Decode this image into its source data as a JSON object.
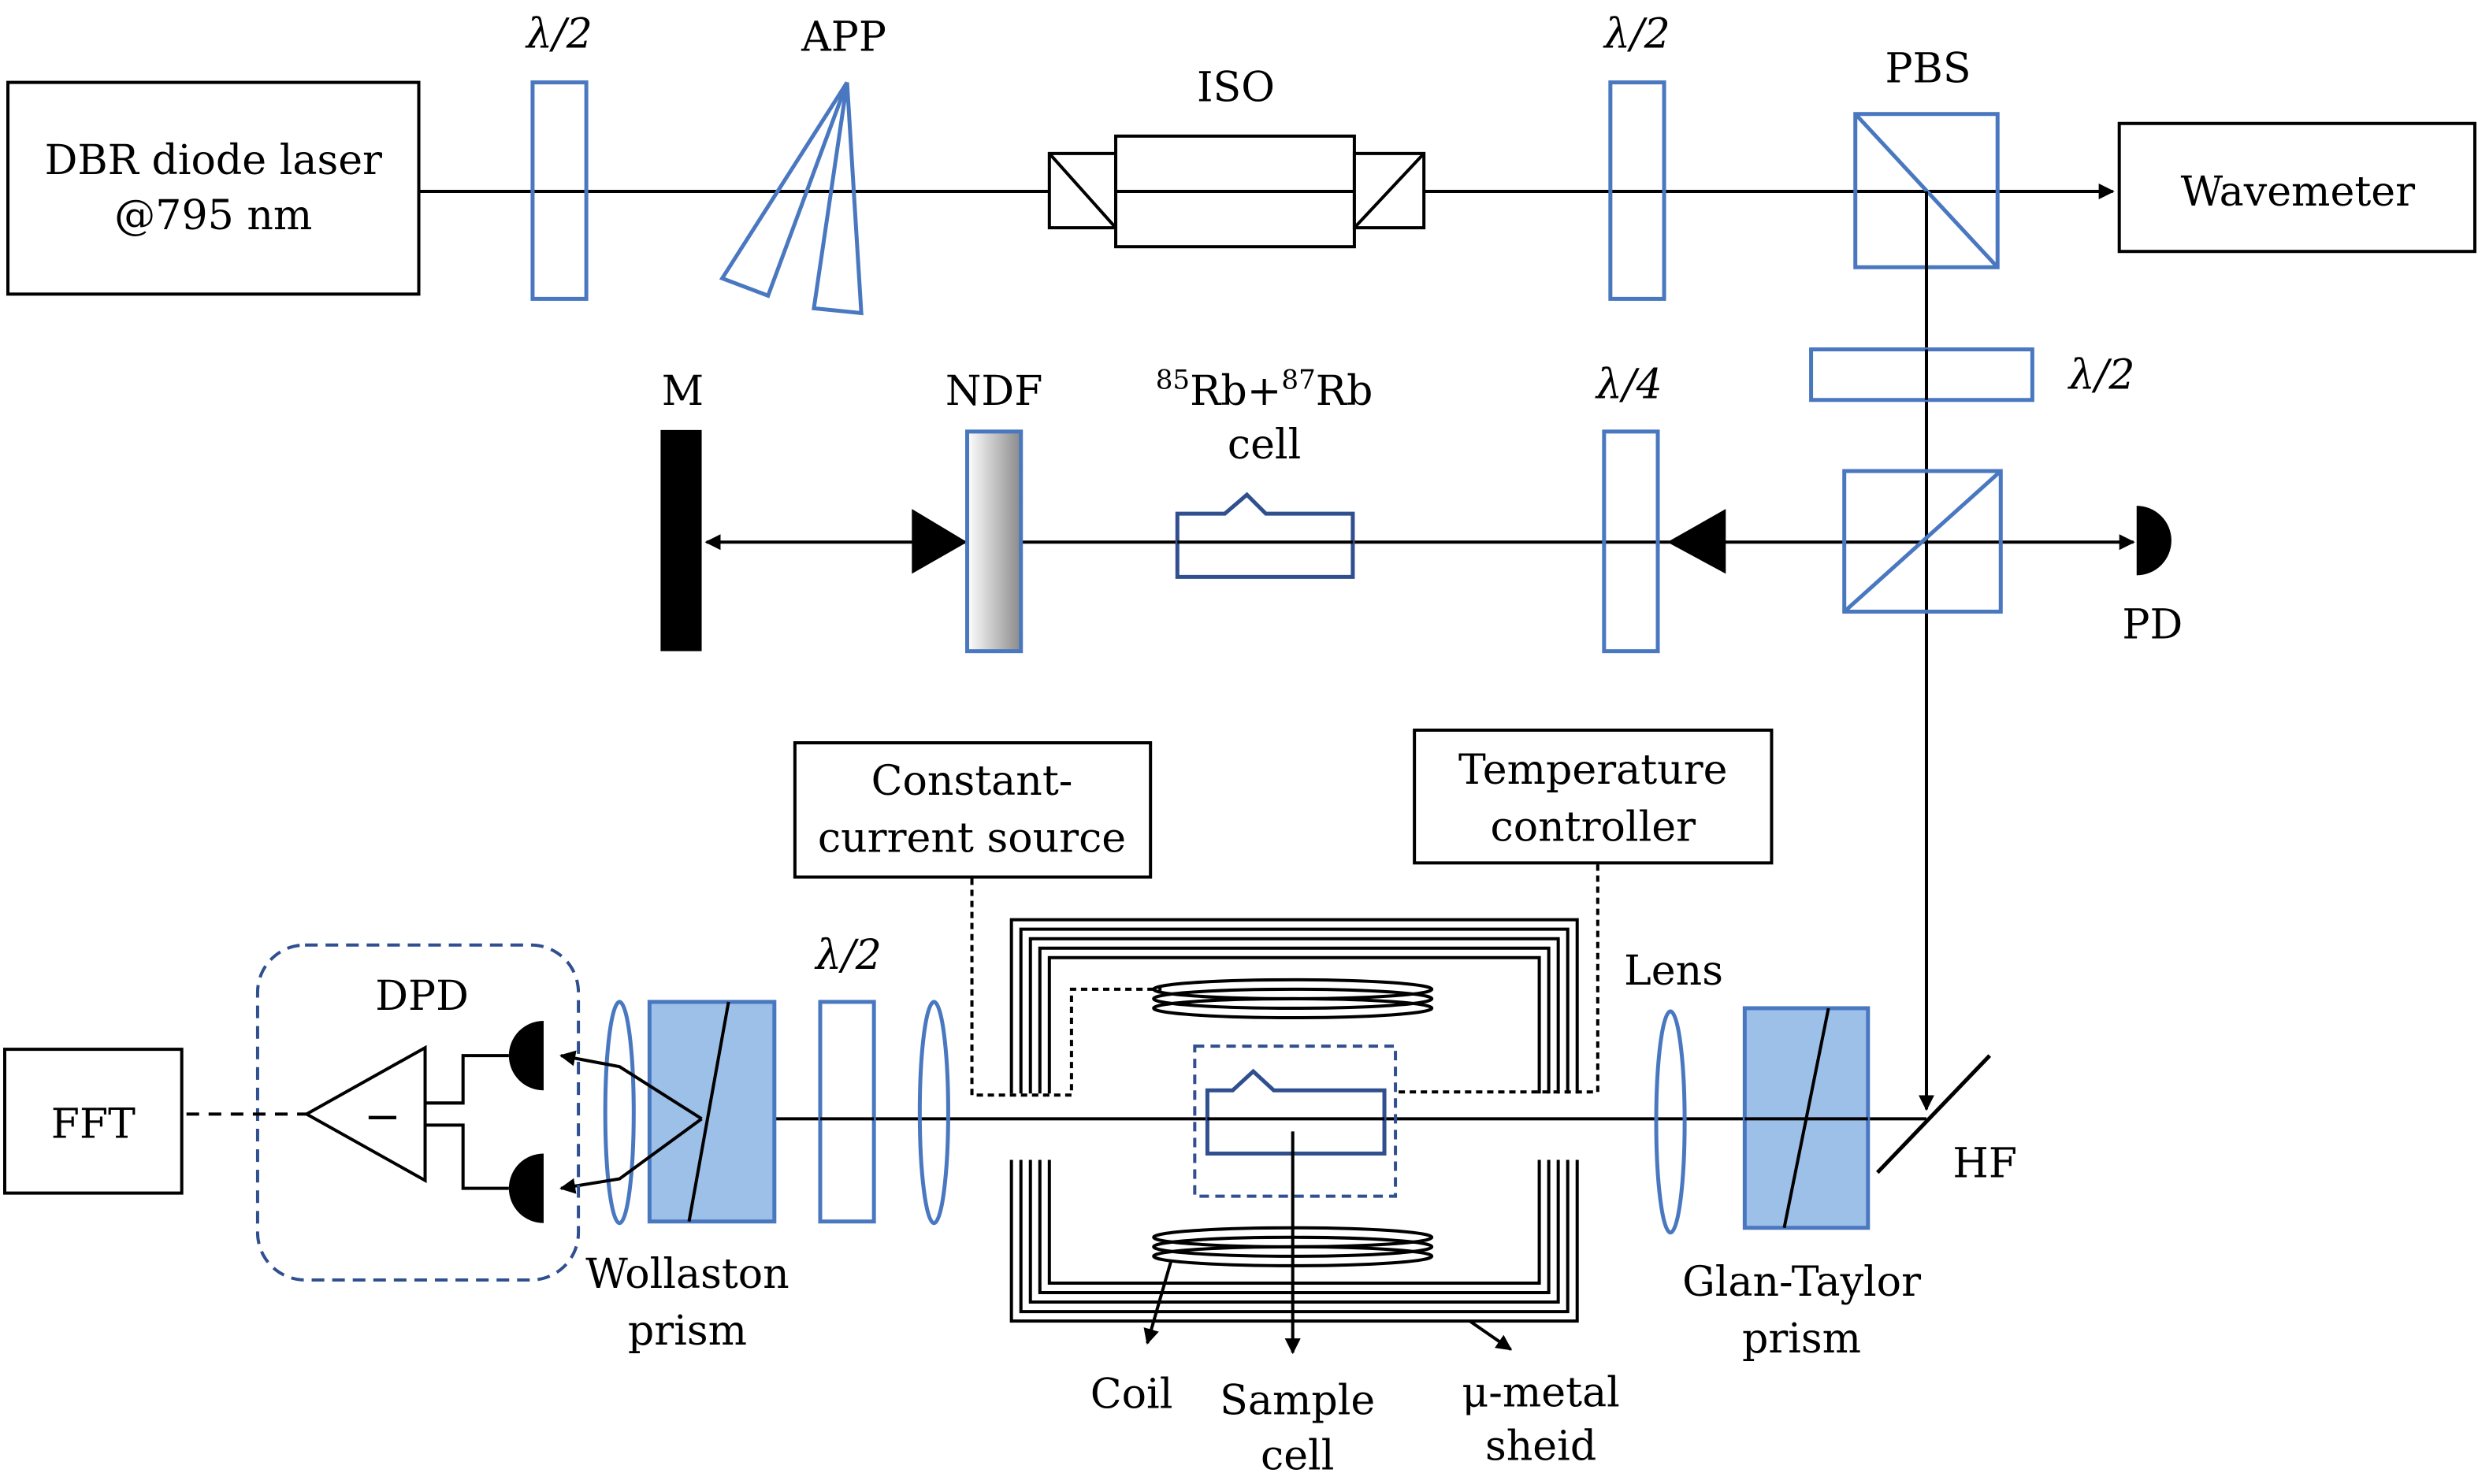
{
  "labels": {
    "dbr_line1": "DBR diode laser",
    "dbr_line2": "@795 nm",
    "hwp1": "λ/2",
    "app": "APP",
    "iso": "ISO",
    "hwp2": "λ/2",
    "pbs": "PBS",
    "wavemeter": "Wavemeter",
    "hwp3": "λ/2",
    "mirror": "M",
    "ndf": "NDF",
    "rbcell_iso1": "85",
    "rbcell_el1": "Rb+",
    "rbcell_iso2": "87",
    "rbcell_el2": "Rb",
    "rbcell_line2": "cell",
    "qwp": "λ/4",
    "pd": "PD",
    "ccs_line1": "Constant-",
    "ccs_line2": "current source",
    "tc_line1": "Temperature",
    "tc_line2": "controller",
    "dpd": "DPD",
    "minus": "−",
    "fft": "FFT",
    "hwp4": "λ/2",
    "lens": "Lens",
    "hf": "HF",
    "wollaston_line1": "Wollaston",
    "wollaston_line2": "prism",
    "glan_line1": "Glan-Taylor",
    "glan_line2": "prism",
    "coil": "Coil",
    "sample_line1": "Sample",
    "sample_line2": "cell",
    "shield_line1": "μ-metal",
    "shield_line2": "sheid"
  },
  "colors": {
    "optic_blue": "#4a78c0",
    "prism_fill": "#9dc0e8",
    "dashed_blue": "#2f4f8f",
    "line": "#000000"
  }
}
